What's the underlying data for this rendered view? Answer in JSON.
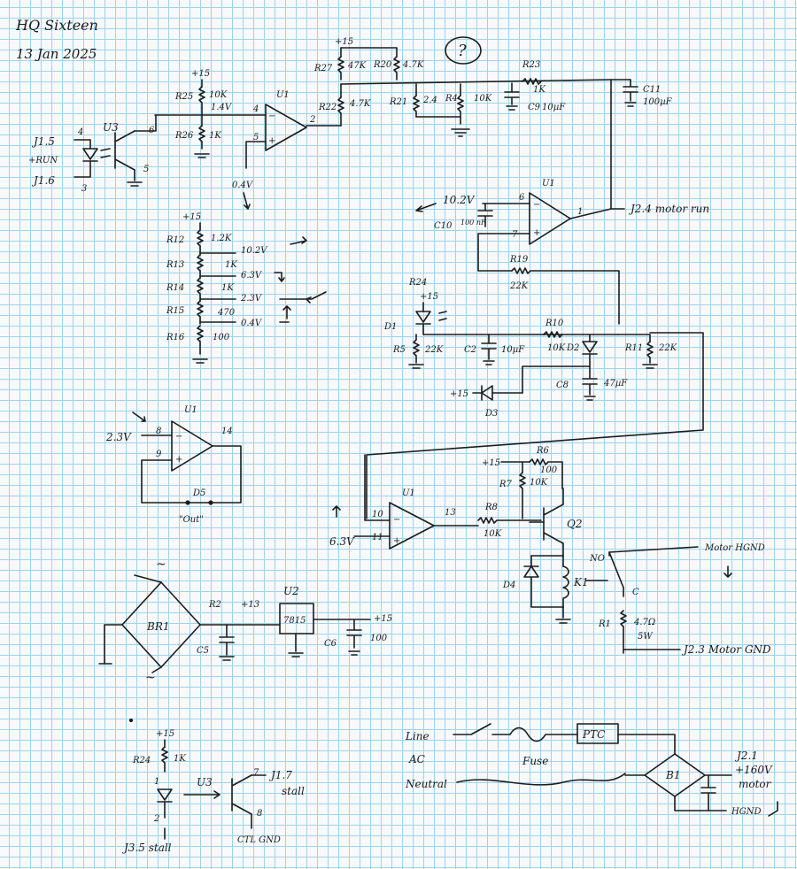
{
  "header": {
    "title": "HQ Sixteen",
    "date": "13 Jan 2025",
    "question_mark": "?"
  },
  "supply": {
    "plus15": "+15",
    "plus13": "+13",
    "gnd": "GND"
  },
  "opto_run": {
    "u3": "U3",
    "pin4": "4",
    "pin3": "3",
    "pin6": "6",
    "pin5": "5",
    "j15": "J1.5",
    "run": "+RUN",
    "j16": "J1.6"
  },
  "input_stage": {
    "r25": "R25",
    "r25_val": "10K",
    "r26": "R26",
    "r26_val": "1K",
    "v14": "1.4V",
    "u1": "U1",
    "pin4": "4",
    "pin5": "5",
    "pin2": "2",
    "v04": "0.4V"
  },
  "top_network": {
    "r27": "R27",
    "r27_val": "47K",
    "r20": "R20",
    "r20_val": "4.7K",
    "r22": "R22",
    "r22_val": "4.7K",
    "r21": "R21",
    "r21_val": "2.4",
    "r4": "R4",
    "r4_val": "10K",
    "c9": "C9",
    "c9_val": "10µF",
    "r23": "R23",
    "r23_val": "1K",
    "c11": "C11",
    "c11_val": "100µF"
  },
  "motor_run_stage": {
    "u1": "U1",
    "v102": "10.2V",
    "c10": "C10",
    "c10_val": "100 nF",
    "pin6": "6",
    "pin7": "7",
    "pin1": "1",
    "j24": "J2.4 motor run",
    "r19": "R19",
    "r19_val": "22K"
  },
  "divider": {
    "r12": "R12",
    "r12_val": "1.2K",
    "v102": "10.2V",
    "r13": "R13",
    "r13_val": "1K",
    "v63": "6.3V",
    "r14": "R14",
    "r14_val": "1K",
    "v23": "2.3V",
    "r15": "R15",
    "r15_val": "470",
    "v04": "0.4V",
    "r16": "R16",
    "r16_val": "100"
  },
  "led_stage": {
    "r24": "R24",
    "d1": "D1",
    "r5": "R5",
    "r5_val": "22K",
    "c2": "C2",
    "c2_val": "10µF",
    "r10": "R10",
    "r10_val": "10K",
    "d2": "D2",
    "r11": "R11",
    "r11_val": "22K",
    "c8": "C8",
    "c8_val": "47µF",
    "d3": "D3"
  },
  "comparator_d5": {
    "u1": "U1",
    "v23": "2.3V",
    "pin8": "8",
    "pin9": "9",
    "pin14": "14",
    "d5": "D5",
    "d5_note": "\"Out\""
  },
  "driver_stage": {
    "u1": "U1",
    "pin10": "10",
    "pin11": "11",
    "pin13": "13",
    "v63": "6.3V",
    "r8": "R8",
    "r8_val": "10K",
    "r7": "R7",
    "r7_val": "10K",
    "r6": "R6",
    "r6_val": "100",
    "q2": "Q2",
    "d4": "D4",
    "k1": "K1",
    "no": "NO",
    "c": "C",
    "motor_hgnd": "Motor HGND",
    "r1": "R1",
    "r1_val": "4.7Ω",
    "r1_watt": "5W",
    "j23": "J2.3 Motor GND"
  },
  "power_supply": {
    "br1": "BR1",
    "ac1": "~",
    "ac2": "~",
    "r2": "R2",
    "c5": "C5",
    "u2": "U2",
    "u2_part": "7815",
    "c6": "C6",
    "c6_val": "100"
  },
  "stall_opto": {
    "r24": "R24",
    "r24_val": "1K",
    "pin1": "1",
    "pin2": "2",
    "u3": "U3",
    "pin7": "7",
    "pin8": "8",
    "j17": "J1.7",
    "stall": "stall",
    "j35": "J3.5 stall",
    "ctl_gnd": "CTL GND"
  },
  "line_input": {
    "line": "Line",
    "ac": "AC",
    "neutral": "Neutral",
    "fuse": "Fuse",
    "ptc": "PTC",
    "b1": "B1",
    "j21": "J2.1",
    "v160": "+160V",
    "motor": "motor",
    "hgnd": "HGND"
  }
}
